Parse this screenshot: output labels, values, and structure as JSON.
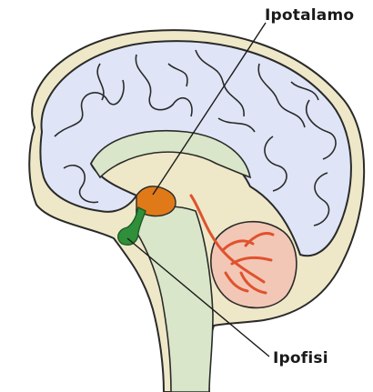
{
  "labels": {
    "hypothalamus": "Ipotalamo",
    "pituitary": "Ipofisi"
  },
  "colors": {
    "cortex": "#dfe5f7",
    "inner_tissue": "#eee8c8",
    "white_matter": "#d9e6c9",
    "hypothalamus": "#e07a18",
    "pituitary": "#2f8f3a",
    "cerebellum": "#f2c7b6",
    "cerebellum_veins": "#e0522e",
    "outline": "#2a2a2a"
  },
  "icons": {
    "brain": "brain-sagittal-section"
  }
}
